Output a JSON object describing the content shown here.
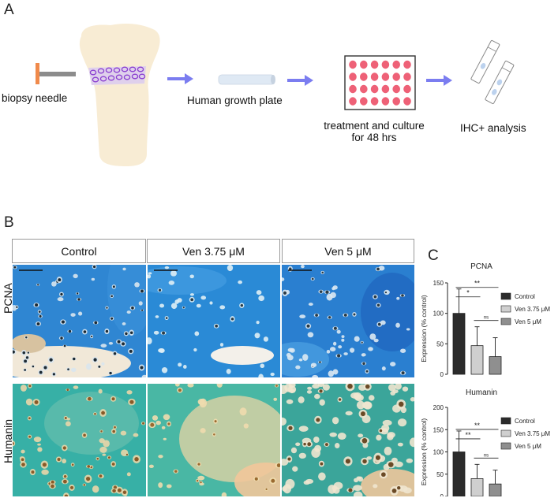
{
  "panels": {
    "a": "A",
    "b": "B",
    "c": "C"
  },
  "workflow": {
    "needle_label": "biopsy needle",
    "growth_plate_label": "Human growth plate",
    "treatment_line1": "treatment and culture",
    "treatment_line2": "for 48 hrs",
    "analysis_label": "IHC+ analysis"
  },
  "micrographs": {
    "columns": [
      "Control",
      "Ven 3.75 μM",
      "Ven 5 μM"
    ],
    "rows": [
      "PCNA",
      "Humanin"
    ]
  },
  "colors": {
    "control": "#2b2b2b",
    "ven375": "#cfcfcf",
    "ven5": "#8f8f8f",
    "arrow": "#7b7df0",
    "well": "#ee6177",
    "ring": "#8a3fd0"
  },
  "chart_data": [
    {
      "type": "bar",
      "title": "PCNA",
      "ylabel": "Expression (% control)",
      "categories": [
        "Control",
        "Ven 3.75 μM",
        "Ven 5 μM"
      ],
      "values": [
        100,
        47,
        29
      ],
      "errors": [
        40,
        31,
        31
      ],
      "ylim": [
        0,
        150
      ],
      "yticks": [
        0,
        50,
        100,
        150
      ],
      "significance": [
        {
          "from": 0,
          "to": 1,
          "label": "*"
        },
        {
          "from": 0,
          "to": 2,
          "label": "**"
        },
        {
          "from": 1,
          "to": 2,
          "label": "ns"
        }
      ],
      "legend": [
        "Control",
        "Ven 3.75 μM",
        "Ven 5 μM"
      ]
    },
    {
      "type": "bar",
      "title": "Humanin",
      "ylabel": "Expression (% control)",
      "categories": [
        "Control",
        "Ven 3.75 μM",
        "Ven 5 μM"
      ],
      "values": [
        100,
        40,
        28
      ],
      "errors": [
        47,
        32,
        31
      ],
      "ylim": [
        0,
        200
      ],
      "yticks": [
        0,
        50,
        100,
        150,
        200
      ],
      "significance": [
        {
          "from": 0,
          "to": 1,
          "label": "**"
        },
        {
          "from": 0,
          "to": 2,
          "label": "**"
        },
        {
          "from": 1,
          "to": 2,
          "label": "ns"
        }
      ],
      "legend": [
        "Control",
        "Ven 3.75 μM",
        "Ven 5 μM"
      ]
    }
  ]
}
